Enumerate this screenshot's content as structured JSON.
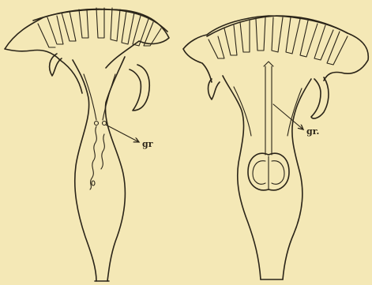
{
  "figures": [
    {
      "id": "left-flower-section",
      "label": "gr"
    },
    {
      "id": "right-flower-section",
      "label": "gr."
    }
  ],
  "colors": {
    "paper": "#f4e8b6",
    "ink": "#2a2418"
  }
}
